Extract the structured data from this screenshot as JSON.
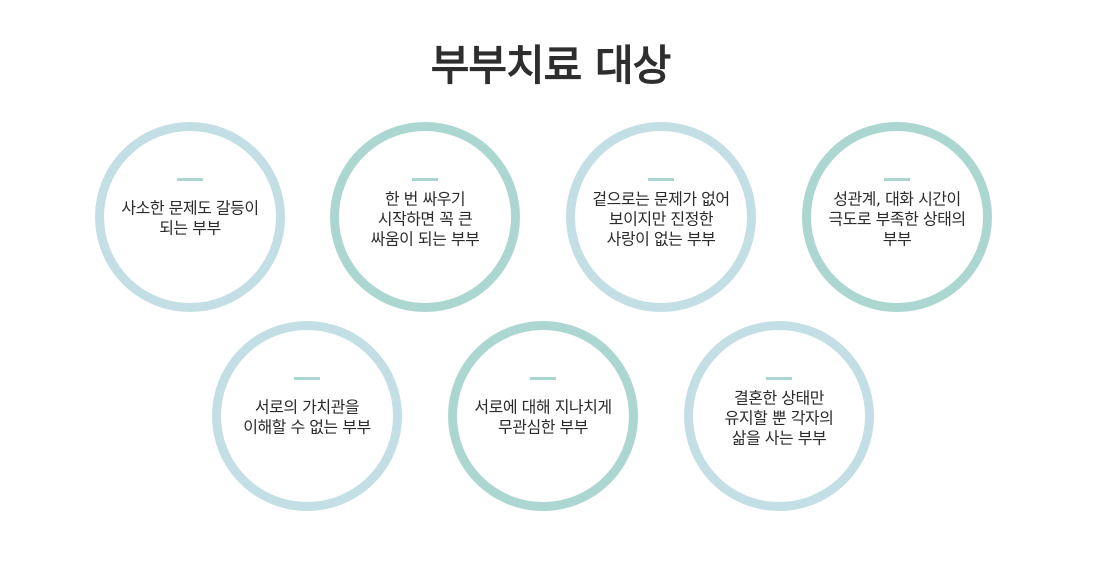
{
  "title": "부부치료 대상",
  "colors": {
    "ring_light": "#c3dfe5",
    "ring_teal": "#acd7d0",
    "dash": "#a9d6d0",
    "text": "#2b2b2b"
  },
  "targets": [
    {
      "text": "사소한 문제도 갈등이\n되는 부부"
    },
    {
      "text": "한 번 싸우기\n시작하면 꼭 큰\n싸움이 되는 부부"
    },
    {
      "text": "겉으로는 문제가 없어\n보이지만 진정한\n사랑이 없는 부부"
    },
    {
      "text": "성관계, 대화 시간이\n극도로 부족한 상태의\n부부"
    },
    {
      "text": "서로의 가치관을\n이해할 수 없는 부부"
    },
    {
      "text": "서로에 대해 지나치게\n무관심한 부부"
    },
    {
      "text": "결혼한 상태만\n유지할 뿐 각자의\n삶을 사는 부부"
    }
  ]
}
